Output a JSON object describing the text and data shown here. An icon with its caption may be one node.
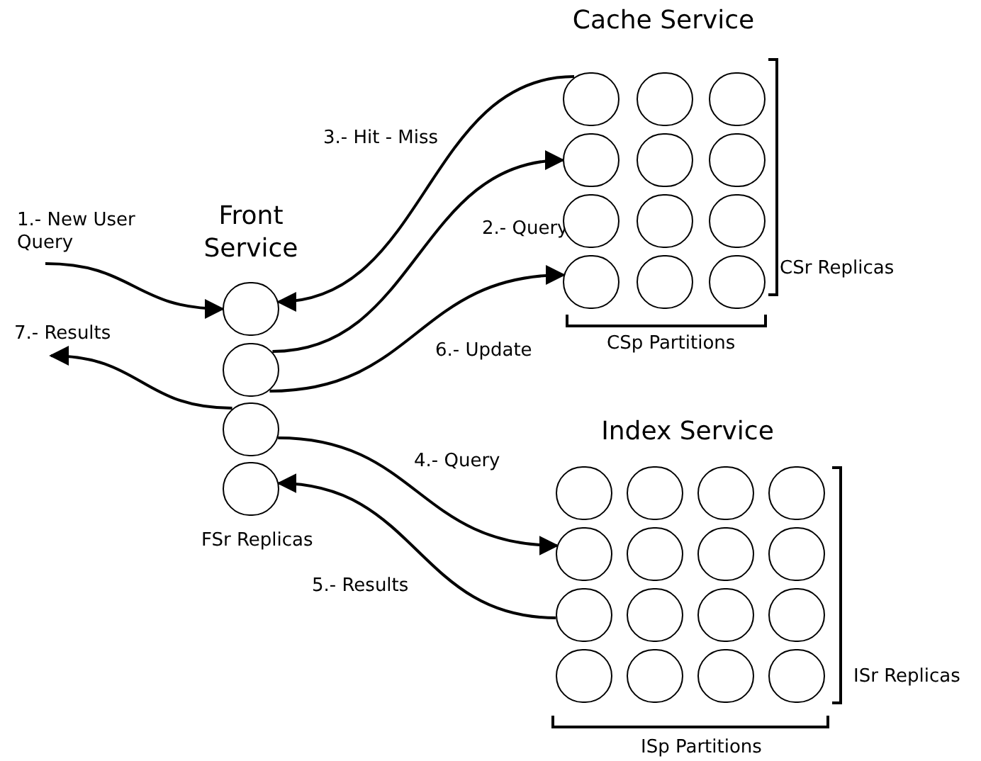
{
  "diagram": {
    "nodes": [
      {
        "text": [
          "Front Service"
        ],
        "beside": [
          "FSr Replicas"
        ]
      },
      {
        "text": [],
        "shape": "circle",
        "in": 0
      },
      {
        "text": [],
        "shape": "circle",
        "in": 0
      },
      {
        "text": [],
        "shape": "circle",
        "in": 0
      },
      {
        "text": [],
        "shape": "circle",
        "in": 0
      },
      {
        "text": [
          "Cache Service"
        ],
        "beside": [
          "CSr Replicas",
          "CSp Partitions"
        ]
      },
      {
        "text": [],
        "shape": "circle",
        "in": 5
      },
      {
        "text": [],
        "shape": "circle",
        "in": 5
      },
      {
        "text": [],
        "shape": "circle",
        "in": 5
      },
      {
        "text": [],
        "shape": "circle",
        "in": 5
      },
      {
        "text": [],
        "shape": "circle",
        "in": 5
      },
      {
        "text": [],
        "shape": "circle",
        "in": 5
      },
      {
        "text": [],
        "shape": "circle",
        "in": 5
      },
      {
        "text": [],
        "shape": "circle",
        "in": 5
      },
      {
        "text": [],
        "shape": "circle",
        "in": 5
      },
      {
        "text": [],
        "shape": "circle",
        "in": 5
      },
      {
        "text": [],
        "shape": "circle",
        "in": 5
      },
      {
        "text": [],
        "shape": "circle",
        "in": 5
      },
      {
        "text": [
          "Index Service"
        ],
        "beside": [
          "ISr Replicas",
          "ISp Partitions"
        ]
      },
      {
        "text": [],
        "shape": "circle",
        "in": 18
      },
      {
        "text": [],
        "shape": "circle",
        "in": 18
      },
      {
        "text": [],
        "shape": "circle",
        "in": 18
      },
      {
        "text": [],
        "shape": "circle",
        "in": 18
      },
      {
        "text": [],
        "shape": "circle",
        "in": 18
      },
      {
        "text": [],
        "shape": "circle",
        "in": 18
      },
      {
        "text": [],
        "shape": "circle",
        "in": 18
      },
      {
        "text": [],
        "shape": "circle",
        "in": 18
      },
      {
        "text": [],
        "shape": "circle",
        "in": 18
      },
      {
        "text": [],
        "shape": "circle",
        "in": 18
      },
      {
        "text": [],
        "shape": "circle",
        "in": 18
      },
      {
        "text": [],
        "shape": "circle",
        "in": 18
      },
      {
        "text": [],
        "shape": "circle",
        "in": 18
      },
      {
        "text": [],
        "shape": "circle",
        "in": 18
      },
      {
        "text": [],
        "shape": "circle",
        "in": 18
      },
      {
        "text": [],
        "shape": "circle",
        "in": 18
      }
    ],
    "edges": [
      {
        "from": null,
        "to": 1,
        "arrow": "to",
        "label": "1.- New User Query"
      },
      {
        "from": 2,
        "to": 9,
        "arrow": "to",
        "label": "2.- Query"
      },
      {
        "from": 6,
        "to": 1,
        "arrow": "to",
        "label": "3.- Hit - Miss"
      },
      {
        "from": 3,
        "to": 23,
        "arrow": "to",
        "label": "4.- Query"
      },
      {
        "from": 27,
        "to": 4,
        "arrow": "to",
        "label": "5.- Results"
      },
      {
        "from": 2,
        "to": 15,
        "arrow": "to",
        "label": "6.- Update"
      },
      {
        "from": 3,
        "to": null,
        "arrow": "to",
        "label": "7.- Results"
      }
    ]
  }
}
